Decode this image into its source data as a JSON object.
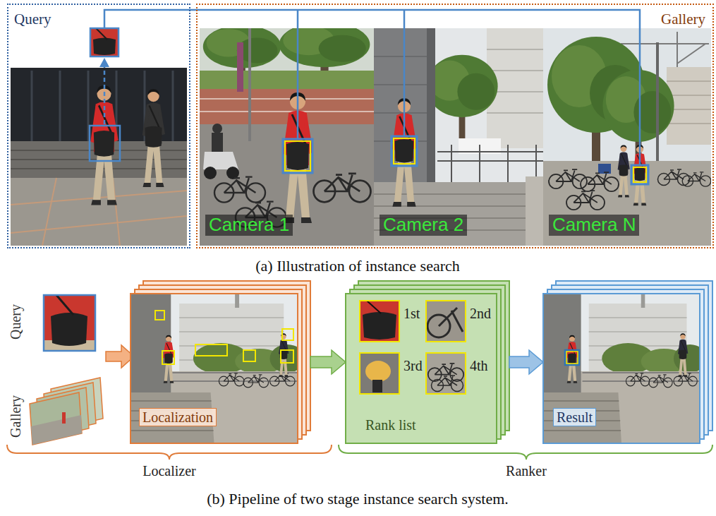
{
  "diagram": {
    "nodes": [
      {
        "text": [
          "Query"
        ]
      },
      {
        "text": [
          "Gallery"
        ]
      },
      {
        "text": [
          "Camera 1"
        ],
        "in": 1
      },
      {
        "text": [
          "Camera 2"
        ],
        "in": 1
      },
      {
        "text": [
          "Camera N"
        ],
        "in": 1
      },
      {
        "text": [
          "Localization"
        ]
      },
      {
        "text": [
          "1st",
          "2nd",
          "3rd",
          "4th",
          "Rank list"
        ]
      },
      {
        "text": [
          "Result"
        ]
      }
    ],
    "edges": [
      {
        "from": 5,
        "to": 6,
        "arrow": "to"
      },
      {
        "from": 6,
        "to": 7,
        "arrow": "to"
      }
    ],
    "labels": [
      "(a) Illustration of instance search",
      "Query",
      "Gallery",
      "Localizer",
      "Ranker",
      "(b) Pipeline of two stage instance search system."
    ]
  }
}
